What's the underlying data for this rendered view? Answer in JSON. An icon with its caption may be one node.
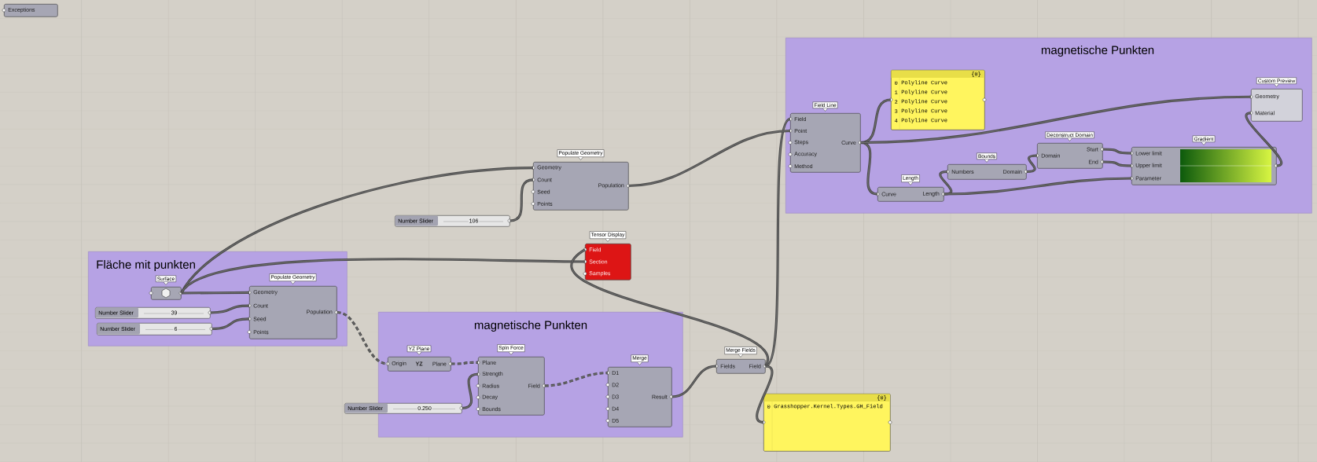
{
  "diagram": {
    "nodes": [
      {
        "text": [
          "Fläche mit punkten"
        ]
      },
      {
        "text": [
          "magnetische Punkten"
        ]
      },
      {
        "text": [
          "magnetische Punkten"
        ]
      },
      {
        "text": [
          "Exceptions"
        ]
      },
      {
        "text": [
          "Surface"
        ],
        "in": 0
      },
      {
        "text": [
          "Number Slider",
          "39"
        ],
        "in": 0
      },
      {
        "text": [
          "Number Slider",
          "6"
        ],
        "in": 0
      },
      {
        "text": [
          "Populate Geometry",
          "Geometry",
          "Count",
          "Seed",
          "Points",
          "Population"
        ],
        "in": 0
      },
      {
        "text": [
          "Populate Geometry",
          "Geometry",
          "Count",
          "Seed",
          "Points",
          "Population"
        ]
      },
      {
        "text": [
          "Number Slider",
          "106"
        ]
      },
      {
        "text": [
          "Tensor Display",
          "Field",
          "Section",
          "Samples"
        ]
      },
      {
        "text": [
          "YZ Plane",
          "Origin",
          "YZ",
          "Plane"
        ],
        "in": 1
      },
      {
        "text": [
          "Spin Force",
          "Plane",
          "Strength",
          "Radius",
          "Decay",
          "Bounds",
          "Field"
        ],
        "in": 1
      },
      {
        "text": [
          "Number Slider",
          "0.250"
        ]
      },
      {
        "text": [
          "Merge",
          "D1",
          "D2",
          "D3",
          "D4",
          "D5",
          "Result"
        ],
        "in": 1
      },
      {
        "text": [
          "Merge Fields",
          "Fields",
          "Field"
        ]
      },
      {
        "text": [
          "{0}",
          "0",
          "Grasshopper.Kernel.Types.GH_Field"
        ]
      },
      {
        "text": [
          "Field Line",
          "Field",
          "Point",
          "Steps",
          "Accuracy",
          "Method",
          "Curve"
        ],
        "in": 2
      },
      {
        "text": [
          "{0}",
          "0",
          "Polyline Curve",
          "1",
          "Polyline Curve",
          "2",
          "Polyline Curve",
          "3",
          "Polyline Curve",
          "4",
          "Polyline Curve"
        ],
        "in": 2
      },
      {
        "text": [
          "Length",
          "Curve",
          "Length"
        ],
        "in": 2
      },
      {
        "text": [
          "Bounds",
          "Numbers",
          "Domain"
        ],
        "in": 2
      },
      {
        "text": [
          "Deconstruct Domain",
          "Domain",
          "Start",
          "End"
        ],
        "in": 2
      },
      {
        "text": [
          "Gradient",
          "Lower limit",
          "Upper limit",
          "Parameter"
        ],
        "in": 2
      },
      {
        "text": [
          "Custom Preview",
          "Geometry",
          "Material"
        ],
        "in": 2
      }
    ],
    "edges": [
      {
        "from": 4,
        "to": 7,
        "arrow": "none"
      },
      {
        "from": 4,
        "to": 8,
        "arrow": "none"
      },
      {
        "from": 4,
        "to": 10,
        "arrow": "none"
      },
      {
        "from": 5,
        "to": 7,
        "arrow": "none"
      },
      {
        "from": 6,
        "to": 7,
        "arrow": "none"
      },
      {
        "from": 9,
        "to": 8,
        "arrow": "none"
      },
      {
        "from": 7,
        "to": 11,
        "arrow": "none",
        "style": "dashed"
      },
      {
        "from": 11,
        "to": 12,
        "arrow": "none",
        "style": "dashed"
      },
      {
        "from": 13,
        "to": 12,
        "arrow": "none"
      },
      {
        "from": 12,
        "to": 14,
        "arrow": "none",
        "style": "dashed"
      },
      {
        "from": 14,
        "to": 15,
        "arrow": "none"
      },
      {
        "from": 15,
        "to": 10,
        "arrow": "none"
      },
      {
        "from": 15,
        "to": 17,
        "arrow": "none"
      },
      {
        "from": 15,
        "to": 16,
        "arrow": "none"
      },
      {
        "from": 8,
        "to": 17,
        "arrow": "none"
      },
      {
        "from": 17,
        "to": 18,
        "arrow": "none"
      },
      {
        "from": 17,
        "to": 19,
        "arrow": "none"
      },
      {
        "from": 17,
        "to": 23,
        "arrow": "none"
      },
      {
        "from": 19,
        "to": 20,
        "arrow": "none"
      },
      {
        "from": 19,
        "to": 22,
        "arrow": "none"
      },
      {
        "from": 20,
        "to": 21,
        "arrow": "none"
      },
      {
        "from": 21,
        "to": 22,
        "arrow": "none"
      },
      {
        "from": 21,
        "to": 22,
        "arrow": "none"
      },
      {
        "from": 22,
        "to": 23,
        "arrow": "none"
      }
    ]
  }
}
